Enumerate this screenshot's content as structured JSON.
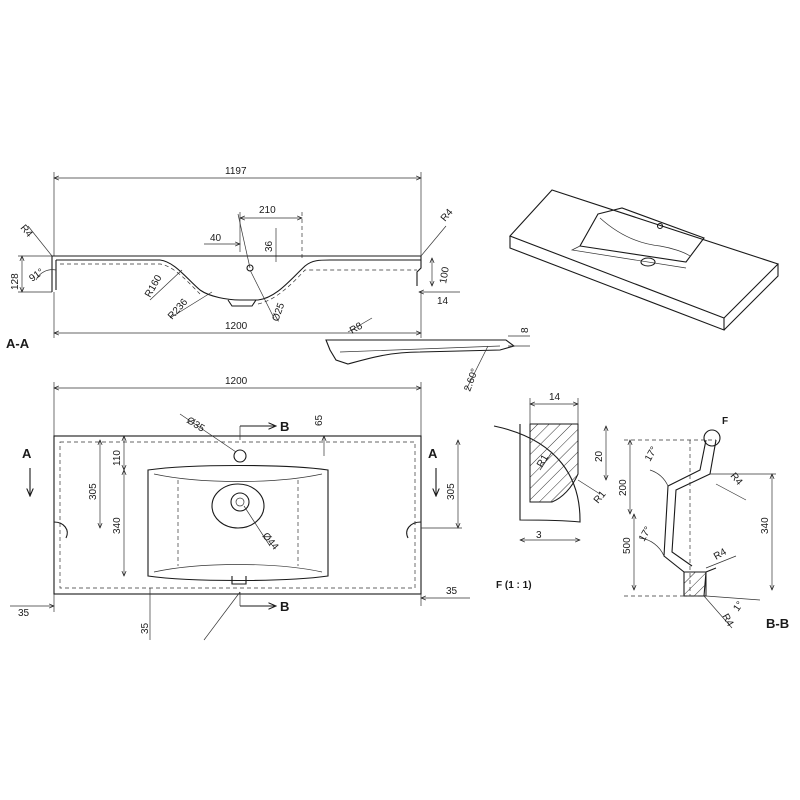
{
  "section_aa": {
    "label": "A-A",
    "dims": {
      "overall": "1197",
      "hole_offset": "210",
      "d40": "40",
      "d36": "36",
      "height_left": "128",
      "height_right": "100",
      "r4_left": "R4",
      "r4_right": "R4",
      "angle": "91°",
      "r160": "R160",
      "r236": "R236",
      "dia25": "Ø25",
      "d14": "14",
      "bottom": "1200"
    },
    "detail": {
      "r8": "R8",
      "d8": "8",
      "angle": "2.60°"
    }
  },
  "plan": {
    "width": "1200",
    "dia35": "Ø35",
    "d65": "65",
    "d110": "110",
    "d305_left": "305",
    "d305_right": "305",
    "d340": "340",
    "dia44": "Ø44",
    "d35_left": "35",
    "d35_right": "35",
    "d35_bottom": "35",
    "marker_a_left": "A",
    "marker_a_right": "A",
    "marker_b_top": "B",
    "marker_b_bottom": "B"
  },
  "detail_f": {
    "label": "F (1 : 1)",
    "d14": "14",
    "d20": "20",
    "r1": "R1",
    "r1b": "R1",
    "d3": "3"
  },
  "section_bb": {
    "label": "B-B",
    "marker": "F",
    "angle_top": "17°",
    "angle_bottom": "17°",
    "d200": "200",
    "d500": "500",
    "d340": "340",
    "r4_a": "R4",
    "r4_b": "R4",
    "r4_c": "R4",
    "angle_small": "1°"
  }
}
